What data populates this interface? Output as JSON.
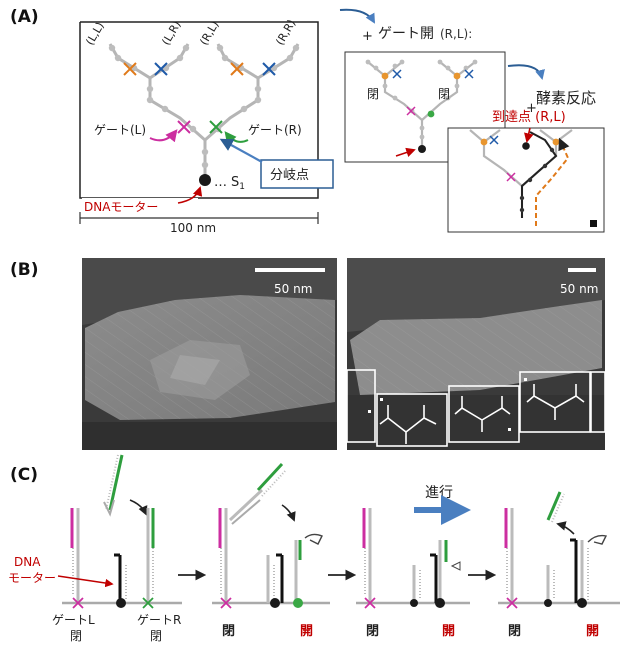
{
  "panel_a": {
    "label": "(A)",
    "corner_labels": [
      "(L,L)",
      "(L,R)",
      "(R,L)",
      "(R,R)"
    ],
    "gate_left": "ゲート(L)",
    "gate_right": "ゲート(R)",
    "branch_point": "分岐点",
    "dna_motor": "DNAモーター",
    "s1_prefix": "…",
    "s1_main": "S",
    "s1_sub": "1",
    "scale": "100 nm",
    "gate_open_plus": "+",
    "gate_open": "ゲート開",
    "gate_open_pair": "(R,L):",
    "closed": "閉",
    "enzyme_plus": "+",
    "enzyme_reaction": "酵素反応",
    "reach_point": "到達点 (R,L)"
  },
  "panel_b": {
    "label": "(B)",
    "scale_left": "50 nm",
    "scale_right": "50 nm"
  },
  "panel_c": {
    "label": "(C)",
    "dna_motor_line1": "DNA",
    "dna_motor_line2": "モーター",
    "gate_l": "ゲートL",
    "gate_r": "ゲートR",
    "closed": "閉",
    "open": "開",
    "progress": "進行",
    "states": [
      {
        "left": "閉",
        "right": "閉"
      },
      {
        "left": "閉",
        "right": "開"
      },
      {
        "left": "閉",
        "right": "開"
      },
      {
        "left": "閉",
        "right": "開"
      }
    ]
  },
  "colors": {
    "magenta": "#cc2ea0",
    "green": "#2e9e3e",
    "blue": "#1f5aa8",
    "orange": "#e07a1a",
    "red": "#c00000",
    "gray": "#aaaaaa"
  }
}
